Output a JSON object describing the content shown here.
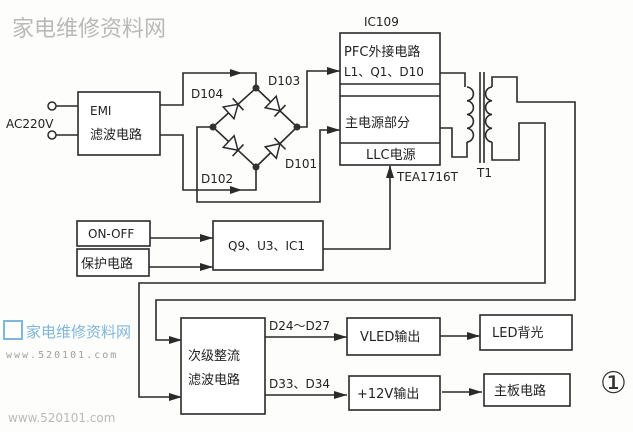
{
  "input": {
    "label": "AC220V"
  },
  "emi": {
    "line1": "EMI",
    "line2": "滤波电路"
  },
  "bridge": {
    "d104": "D104",
    "d103": "D103",
    "d101": "D101",
    "d102": "D102"
  },
  "ic": {
    "name": "IC109",
    "pfc_line1": "PFC外接电路",
    "pfc_line2": "L1、Q1、D10",
    "main": "主电源部分",
    "llc": "LLC电源",
    "chip": "TEA1716T"
  },
  "transformer": {
    "label": "T1"
  },
  "control": {
    "onoff": "ON-OFF",
    "protect": "保护电路",
    "q9": "Q9、U3、IC1"
  },
  "secondary": {
    "rect_line1": "次级整流",
    "rect_line2": "滤波电路",
    "path1": "D24～D27",
    "path2": "D33、D34",
    "vled": "VLED输出",
    "led": "LED背光",
    "v12": "+12V输出",
    "board": "主板电路"
  },
  "figure_number": "①",
  "watermark": {
    "site": "家电维修资料网",
    "url": "www.520101.com"
  }
}
